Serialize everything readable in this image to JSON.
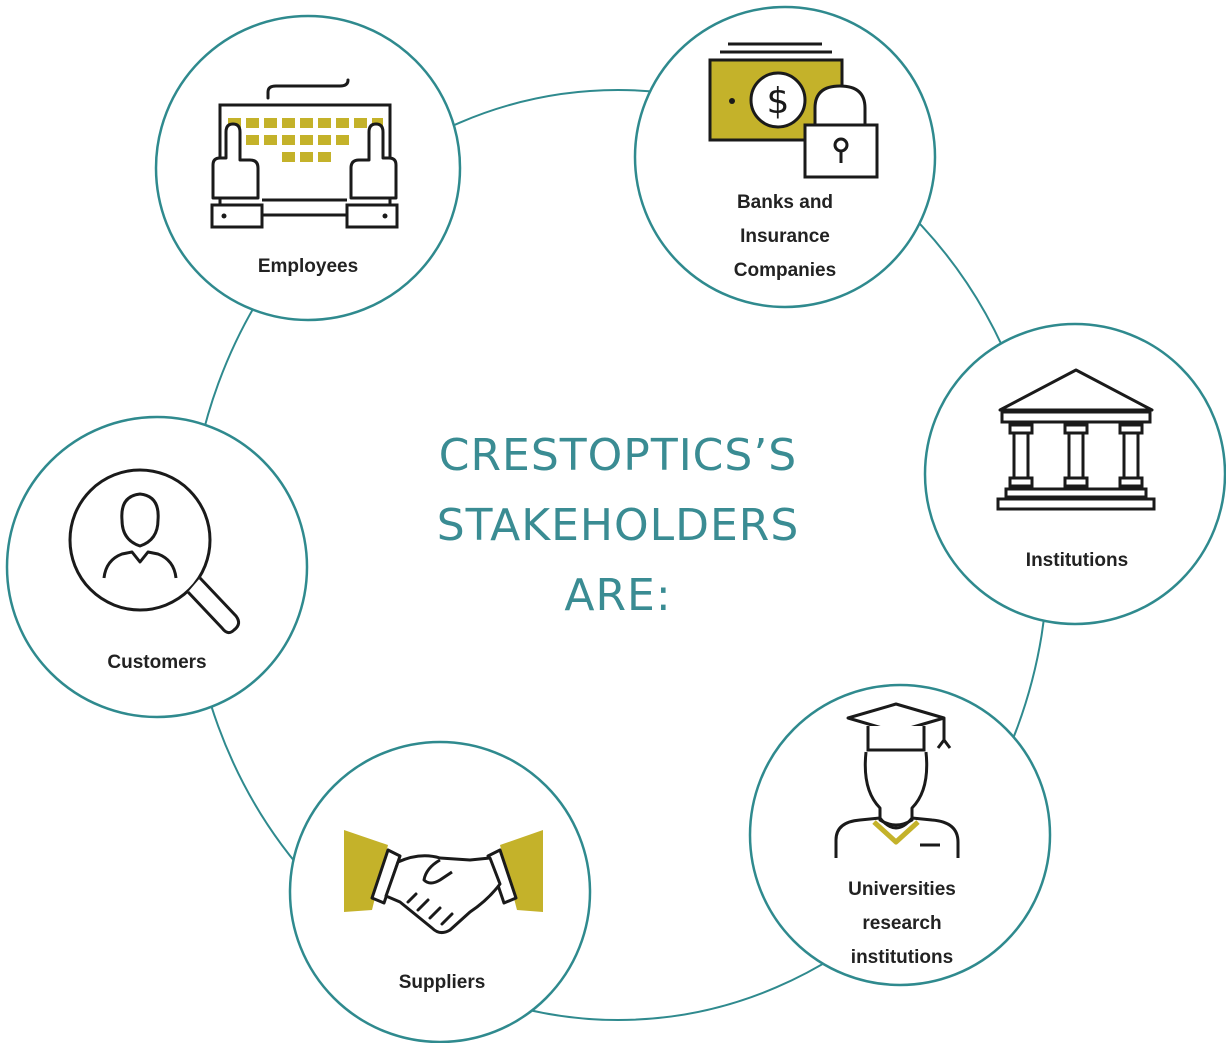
{
  "title_lines": [
    "CRESTOPTICS’S",
    "STAKEHOLDERS",
    "ARE:"
  ],
  "colors": {
    "ring": "#2f8a8e",
    "accent": "#c4b22a",
    "title": "#3a8c93",
    "ink": "#1a1a1a"
  },
  "nodes": [
    {
      "id": "employees",
      "icon": "keyboard-hands-icon",
      "label_lines": [
        "Employees"
      ]
    },
    {
      "id": "banks",
      "icon": "money-lock-icon",
      "label_lines": [
        "Banks and",
        "Insurance",
        "Companies"
      ]
    },
    {
      "id": "institutions",
      "icon": "government-building-icon",
      "label_lines": [
        "Institutions"
      ]
    },
    {
      "id": "universities",
      "icon": "graduate-icon",
      "label_lines": [
        "Universities",
        "research",
        "institutions"
      ]
    },
    {
      "id": "suppliers",
      "icon": "handshake-icon",
      "label_lines": [
        "Suppliers"
      ]
    },
    {
      "id": "customers",
      "icon": "customer-search-icon",
      "label_lines": [
        "Customers"
      ]
    }
  ]
}
